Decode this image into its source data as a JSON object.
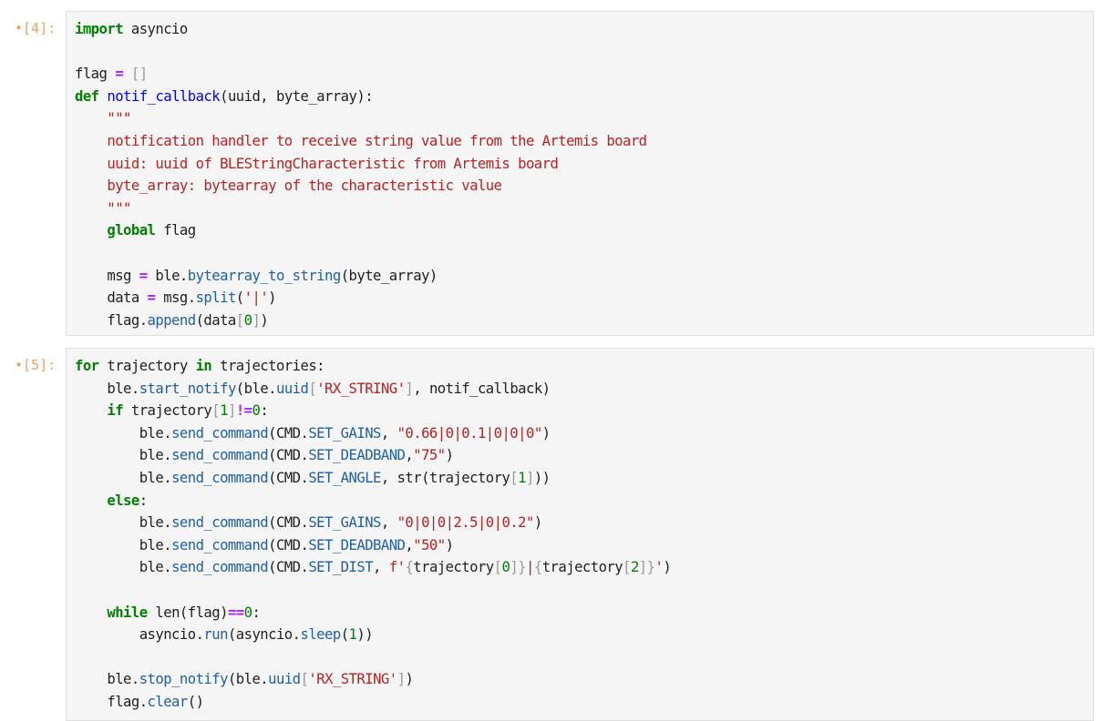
{
  "cells": [
    {
      "prompt": "[4]:",
      "lines": [
        [
          {
            "t": "kw",
            "v": "import"
          },
          {
            "t": "",
            "v": " asyncio"
          }
        ],
        [],
        [
          {
            "t": "",
            "v": "flag "
          },
          {
            "t": "op",
            "v": "="
          },
          {
            "t": "",
            "v": " "
          },
          {
            "t": "br",
            "v": "[]"
          }
        ],
        [
          {
            "t": "kw",
            "v": "def"
          },
          {
            "t": "",
            "v": " "
          },
          {
            "t": "fn",
            "v": "notif_callback"
          },
          {
            "t": "",
            "v": "(uuid, byte_array):"
          }
        ],
        [
          {
            "t": "",
            "v": "    "
          },
          {
            "t": "ds",
            "v": "\"\"\""
          }
        ],
        [
          {
            "t": "",
            "v": "    "
          },
          {
            "t": "ds",
            "v": "notification handler to receive string value from the Artemis board"
          }
        ],
        [
          {
            "t": "",
            "v": "    "
          },
          {
            "t": "ds",
            "v": "uuid: uuid of BLEStringCharacteristic from Artemis board"
          }
        ],
        [
          {
            "t": "",
            "v": "    "
          },
          {
            "t": "ds",
            "v": "byte_array: bytearray of the characteristic value"
          }
        ],
        [
          {
            "t": "",
            "v": "    "
          },
          {
            "t": "ds",
            "v": "\"\"\""
          }
        ],
        [
          {
            "t": "",
            "v": "    "
          },
          {
            "t": "gl",
            "v": "global"
          },
          {
            "t": "",
            "v": " flag"
          }
        ],
        [],
        [
          {
            "t": "",
            "v": "    msg "
          },
          {
            "t": "op",
            "v": "="
          },
          {
            "t": "",
            "v": " ble."
          },
          {
            "t": "at",
            "v": "bytearray_to_string"
          },
          {
            "t": "",
            "v": "(byte_array)"
          }
        ],
        [
          {
            "t": "",
            "v": "    data "
          },
          {
            "t": "op",
            "v": "="
          },
          {
            "t": "",
            "v": " msg."
          },
          {
            "t": "at",
            "v": "split"
          },
          {
            "t": "",
            "v": "("
          },
          {
            "t": "st",
            "v": "'|'"
          },
          {
            "t": "",
            "v": ")"
          }
        ],
        [
          {
            "t": "",
            "v": "    flag."
          },
          {
            "t": "at",
            "v": "append"
          },
          {
            "t": "",
            "v": "(data"
          },
          {
            "t": "br",
            "v": "["
          },
          {
            "t": "nm",
            "v": "0"
          },
          {
            "t": "br",
            "v": "]"
          },
          {
            "t": "",
            "v": ")"
          }
        ]
      ]
    },
    {
      "prompt": "[5]:",
      "lines": [
        [
          {
            "t": "kw",
            "v": "for"
          },
          {
            "t": "",
            "v": " trajectory "
          },
          {
            "t": "kw",
            "v": "in"
          },
          {
            "t": "",
            "v": " trajectories:"
          }
        ],
        [
          {
            "t": "",
            "v": "    ble."
          },
          {
            "t": "at",
            "v": "start_notify"
          },
          {
            "t": "",
            "v": "(ble."
          },
          {
            "t": "at",
            "v": "uuid"
          },
          {
            "t": "br",
            "v": "["
          },
          {
            "t": "st",
            "v": "'RX_STRING'"
          },
          {
            "t": "br",
            "v": "]"
          },
          {
            "t": "",
            "v": ", notif_callback)"
          }
        ],
        [
          {
            "t": "",
            "v": "    "
          },
          {
            "t": "kw",
            "v": "if"
          },
          {
            "t": "",
            "v": " trajectory"
          },
          {
            "t": "br",
            "v": "["
          },
          {
            "t": "nm",
            "v": "1"
          },
          {
            "t": "br",
            "v": "]"
          },
          {
            "t": "op",
            "v": "!="
          },
          {
            "t": "nm",
            "v": "0"
          },
          {
            "t": "",
            "v": ":"
          }
        ],
        [
          {
            "t": "",
            "v": "        ble."
          },
          {
            "t": "at",
            "v": "send_command"
          },
          {
            "t": "",
            "v": "(CMD."
          },
          {
            "t": "at",
            "v": "SET_GAINS"
          },
          {
            "t": "",
            "v": ", "
          },
          {
            "t": "st",
            "v": "\"0.66|0|0.1|0|0|0\""
          },
          {
            "t": "",
            "v": ")"
          }
        ],
        [
          {
            "t": "",
            "v": "        ble."
          },
          {
            "t": "at",
            "v": "send_command"
          },
          {
            "t": "",
            "v": "(CMD."
          },
          {
            "t": "at",
            "v": "SET_DEADBAND"
          },
          {
            "t": "",
            "v": ","
          },
          {
            "t": "st",
            "v": "\"75\""
          },
          {
            "t": "",
            "v": ")"
          }
        ],
        [
          {
            "t": "",
            "v": "        ble."
          },
          {
            "t": "at",
            "v": "send_command"
          },
          {
            "t": "",
            "v": "(CMD."
          },
          {
            "t": "at",
            "v": "SET_ANGLE"
          },
          {
            "t": "",
            "v": ", str(trajectory"
          },
          {
            "t": "br",
            "v": "["
          },
          {
            "t": "nm",
            "v": "1"
          },
          {
            "t": "br",
            "v": "]"
          },
          {
            "t": "",
            "v": "))"
          }
        ],
        [
          {
            "t": "",
            "v": "    "
          },
          {
            "t": "kw",
            "v": "else"
          },
          {
            "t": "",
            "v": ":"
          }
        ],
        [
          {
            "t": "",
            "v": "        ble."
          },
          {
            "t": "at",
            "v": "send_command"
          },
          {
            "t": "",
            "v": "(CMD."
          },
          {
            "t": "at",
            "v": "SET_GAINS"
          },
          {
            "t": "",
            "v": ", "
          },
          {
            "t": "st",
            "v": "\"0|0|0|2.5|0|0.2\""
          },
          {
            "t": "",
            "v": ")"
          }
        ],
        [
          {
            "t": "",
            "v": "        ble."
          },
          {
            "t": "at",
            "v": "send_command"
          },
          {
            "t": "",
            "v": "(CMD."
          },
          {
            "t": "at",
            "v": "SET_DEADBAND"
          },
          {
            "t": "",
            "v": ","
          },
          {
            "t": "st",
            "v": "\"50\""
          },
          {
            "t": "",
            "v": ")"
          }
        ],
        [
          {
            "t": "",
            "v": "        ble."
          },
          {
            "t": "at",
            "v": "send_command"
          },
          {
            "t": "",
            "v": "(CMD."
          },
          {
            "t": "at",
            "v": "SET_DIST"
          },
          {
            "t": "",
            "v": ", "
          },
          {
            "t": "st",
            "v": "f'"
          },
          {
            "t": "br",
            "v": "{"
          },
          {
            "t": "",
            "v": "trajectory"
          },
          {
            "t": "br",
            "v": "["
          },
          {
            "t": "nm",
            "v": "0"
          },
          {
            "t": "br",
            "v": "]}"
          },
          {
            "t": "st",
            "v": "|"
          },
          {
            "t": "br",
            "v": "{"
          },
          {
            "t": "",
            "v": "trajectory"
          },
          {
            "t": "br",
            "v": "["
          },
          {
            "t": "nm",
            "v": "2"
          },
          {
            "t": "br",
            "v": "]}"
          },
          {
            "t": "st",
            "v": "'"
          },
          {
            "t": "",
            "v": ")"
          }
        ],
        [],
        [
          {
            "t": "",
            "v": "    "
          },
          {
            "t": "kw",
            "v": "while"
          },
          {
            "t": "",
            "v": " len(flag)"
          },
          {
            "t": "op",
            "v": "=="
          },
          {
            "t": "nm",
            "v": "0"
          },
          {
            "t": "",
            "v": ":"
          }
        ],
        [
          {
            "t": "",
            "v": "        asyncio."
          },
          {
            "t": "at",
            "v": "run"
          },
          {
            "t": "",
            "v": "(asyncio."
          },
          {
            "t": "at",
            "v": "sleep"
          },
          {
            "t": "",
            "v": "("
          },
          {
            "t": "nm",
            "v": "1"
          },
          {
            "t": "",
            "v": "))"
          }
        ],
        [],
        [
          {
            "t": "",
            "v": "    ble."
          },
          {
            "t": "at",
            "v": "stop_notify"
          },
          {
            "t": "",
            "v": "(ble."
          },
          {
            "t": "at",
            "v": "uuid"
          },
          {
            "t": "br",
            "v": "["
          },
          {
            "t": "st",
            "v": "'RX_STRING'"
          },
          {
            "t": "br",
            "v": "]"
          },
          {
            "t": "",
            "v": ")"
          }
        ],
        [
          {
            "t": "",
            "v": "    flag."
          },
          {
            "t": "at",
            "v": "clear"
          },
          {
            "t": "",
            "v": "()"
          }
        ]
      ]
    }
  ]
}
